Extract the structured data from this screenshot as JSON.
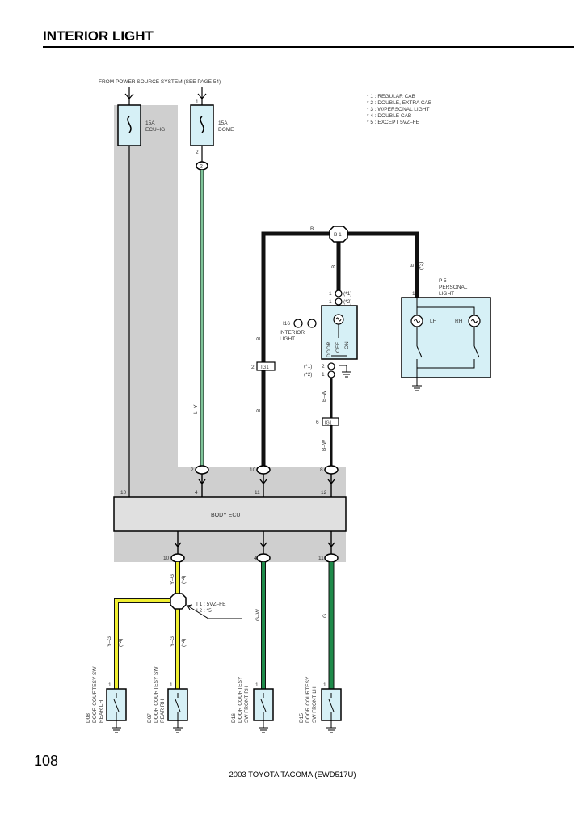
{
  "page": {
    "title": "INTERIOR LIGHT",
    "page_number": "108",
    "footer": "2003 TOYOTA TACOMA (EWD517U)"
  },
  "colors": {
    "shade": "#cfcfcf",
    "component_fill": "#d6f0f6",
    "ecu_fill": "#e0e0e0",
    "wire_black": "#111111",
    "wire_green": "#1e8a4a",
    "wire_light_green": "#7fc59a",
    "wire_yellow": "#f0ef32"
  },
  "labels": {
    "power_source": "FROM POWER SOURCE SYSTEM (SEE PAGE 54)",
    "fuse1_amp": "15A",
    "fuse1_name": "ECU–IG",
    "fuse2_amp": "15A",
    "fuse2_name": "DOME",
    "fuse2_pin_top": "1",
    "fuse2_pin_bottom": "2",
    "conn_2": "2",
    "junction_b1": "B 1",
    "p5_id": "P 5",
    "p5_name1": "PERSONAL",
    "p5_name2": "LIGHT",
    "p5_pin": "1",
    "lh": "LH",
    "rh": "RH",
    "i16": "I16",
    "interior_light1": "INTERIOR",
    "interior_light2": "LIGHT",
    "door": "DOOR",
    "off": "OFF",
    "on": "ON",
    "ig1": "IG1",
    "ig1_pin": "2",
    "pin_1a": "1",
    "pin_1b": "1",
    "pin_2": "2",
    "pin_1c": "1",
    "note_n1": "(*1)",
    "note_n2": "(*2)",
    "note_n1b": "(*1)",
    "note_n2b": "(*2)",
    "note_n3": "(*3)",
    "ig1b_pin": "6",
    "ig1b": "IG1",
    "body_ecu": "BODY ECU",
    "ecu_pin_10": "10",
    "ecu_pin_4": "4",
    "ecu_pin_11": "11",
    "ecu_pin_12": "12",
    "conn_top_2": "2",
    "conn_top_10": "10",
    "conn_top_8": "8",
    "conn_bot_10": "10",
    "conn_bot_4": "4",
    "conn_bot_11": "11",
    "junction_note1": "I 1 : 5VZ–FE",
    "junction_note2": "I 2 : *5"
  },
  "wire_labels": {
    "l_y": "L–Y",
    "b_left": "B",
    "b_left2": "B",
    "b_top": "B",
    "b_center": "B",
    "b_right": "B",
    "b_w1": "B–W",
    "b_w2": "B–W",
    "y_g_top": "Y–G",
    "note4_top": "(*4)",
    "y_g_left": "Y–G",
    "note4_left": "(*4)",
    "y_g_mid": "Y–G",
    "note4_mid": "(*4)",
    "g_w": "G–W",
    "g": "G"
  },
  "notes": [
    "* 1 : REGULAR CAB",
    "* 2 : DOUBLE, EXTRA CAB",
    "* 3 : W/PERSONAL LIGHT",
    "* 4 : DOUBLE CAB",
    "* 5 : EXCEPT 5VZ–FE"
  ],
  "switches": [
    {
      "pin": "1",
      "id": "D08",
      "name1": "DOOR COURTESY SW",
      "name2": "REAR LH"
    },
    {
      "pin": "1",
      "id": "D07",
      "name1": "DOOR COURTESY SW",
      "name2": "REAR RH"
    },
    {
      "pin": "1",
      "id": "D16",
      "name1": "DOOR COURTESY",
      "name2": "SW FRONT RH"
    },
    {
      "pin": "1",
      "id": "D15",
      "name1": "DOOR COURTESY",
      "name2": "SW FRONT LH"
    }
  ]
}
